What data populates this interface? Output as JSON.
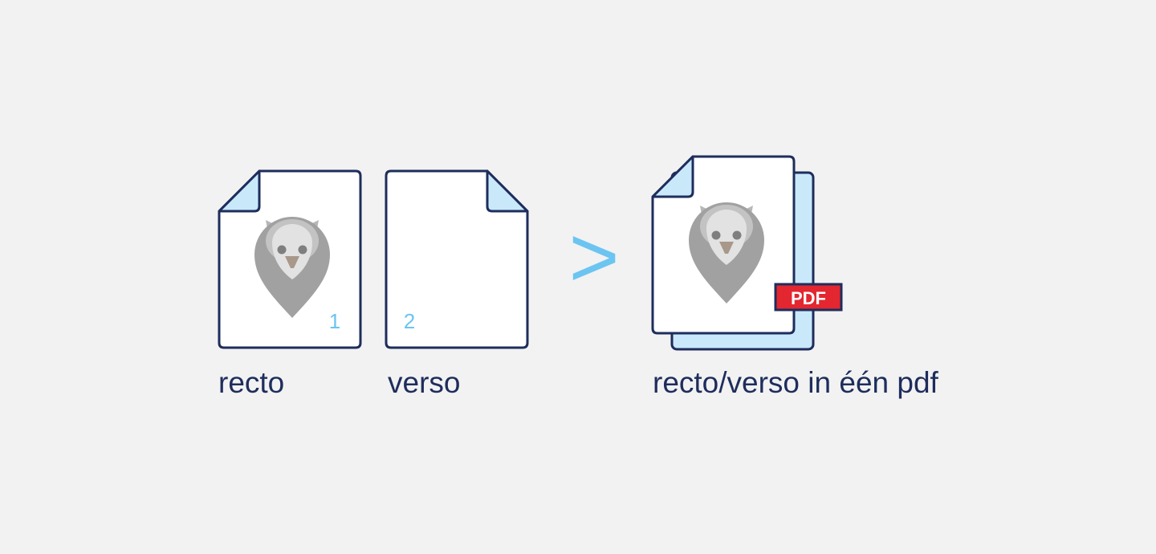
{
  "pages": {
    "recto_number": "1",
    "verso_number": "2"
  },
  "badge": {
    "text": "PDF"
  },
  "labels": {
    "recto": "recto",
    "verso": "verso",
    "merged": "recto/verso in één pdf"
  },
  "operator": ">",
  "colors": {
    "background": "#f2f2f2",
    "outline": "#1e2d5c",
    "fold_fill": "#c9e9fb",
    "accent_blue": "#6cc4f1",
    "badge_red": "#e3262f",
    "owl_gray": "#bdbdbd"
  },
  "icons": {
    "owl_logo": "owl-icon",
    "pdf_badge": "pdf-badge-icon"
  }
}
